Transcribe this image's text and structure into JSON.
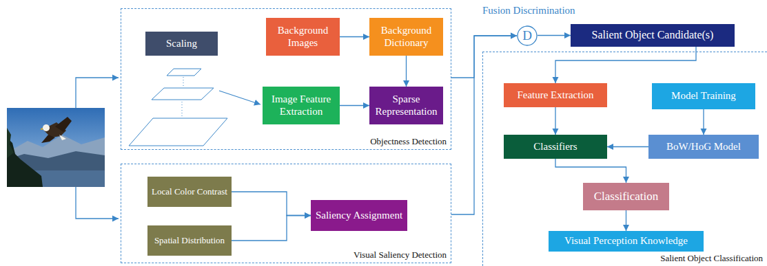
{
  "diagram": {
    "nodes": [
      {
        "text": [
          "Objectness Detection"
        ]
      },
      {
        "text": [
          "Scaling"
        ],
        "in": 0
      },
      {
        "text": [
          "Background Images"
        ],
        "in": 0
      },
      {
        "text": [
          "Background Dictionary"
        ],
        "in": 0
      },
      {
        "text": [
          "Image Feature Extraction"
        ],
        "in": 0
      },
      {
        "text": [
          "Sparse Representation"
        ],
        "in": 0
      },
      {
        "text": [
          "Visual Saliency Detection"
        ]
      },
      {
        "text": [
          "Local Color Contrast"
        ],
        "in": 6
      },
      {
        "text": [
          "Spatial Distribution"
        ],
        "in": 6
      },
      {
        "text": [
          "Saliency Assignment"
        ],
        "in": 6
      },
      {
        "text": [
          "Fusion Discrimination",
          "D"
        ]
      },
      {
        "text": [
          "Salient Object Candidate(s)"
        ]
      },
      {
        "text": [
          "Salient Object Classification"
        ]
      },
      {
        "text": [
          "Feature Extraction"
        ],
        "in": 12
      },
      {
        "text": [
          "Model Training"
        ],
        "in": 12
      },
      {
        "text": [
          "Classifiers"
        ],
        "in": 12
      },
      {
        "text": [
          "BoW/HoG Model"
        ],
        "in": 12
      },
      {
        "text": [
          "Classification"
        ],
        "in": 12
      },
      {
        "text": [
          "Visual Perception Knowledge"
        ],
        "in": 12
      }
    ],
    "edges": [
      {
        "from": 2,
        "to": 3,
        "arrow": "to"
      },
      {
        "from": 3,
        "to": 5,
        "arrow": "to"
      },
      {
        "from": 4,
        "to": 5,
        "arrow": "to"
      },
      {
        "from": 7,
        "to": 9,
        "arrow": "to"
      },
      {
        "from": 8,
        "to": 9,
        "arrow": "to"
      },
      {
        "from": 0,
        "to": 10,
        "arrow": "to"
      },
      {
        "from": 6,
        "to": 10,
        "arrow": "to"
      },
      {
        "from": 10,
        "to": 11,
        "arrow": "to"
      },
      {
        "from": 11,
        "to": 13,
        "arrow": "to"
      },
      {
        "from": 13,
        "to": 15,
        "arrow": "to"
      },
      {
        "from": 14,
        "to": 16,
        "arrow": "to"
      },
      {
        "from": 16,
        "to": 15,
        "arrow": "to"
      },
      {
        "from": 15,
        "to": 17,
        "arrow": "to"
      },
      {
        "from": 17,
        "to": 18,
        "arrow": "to"
      }
    ]
  }
}
